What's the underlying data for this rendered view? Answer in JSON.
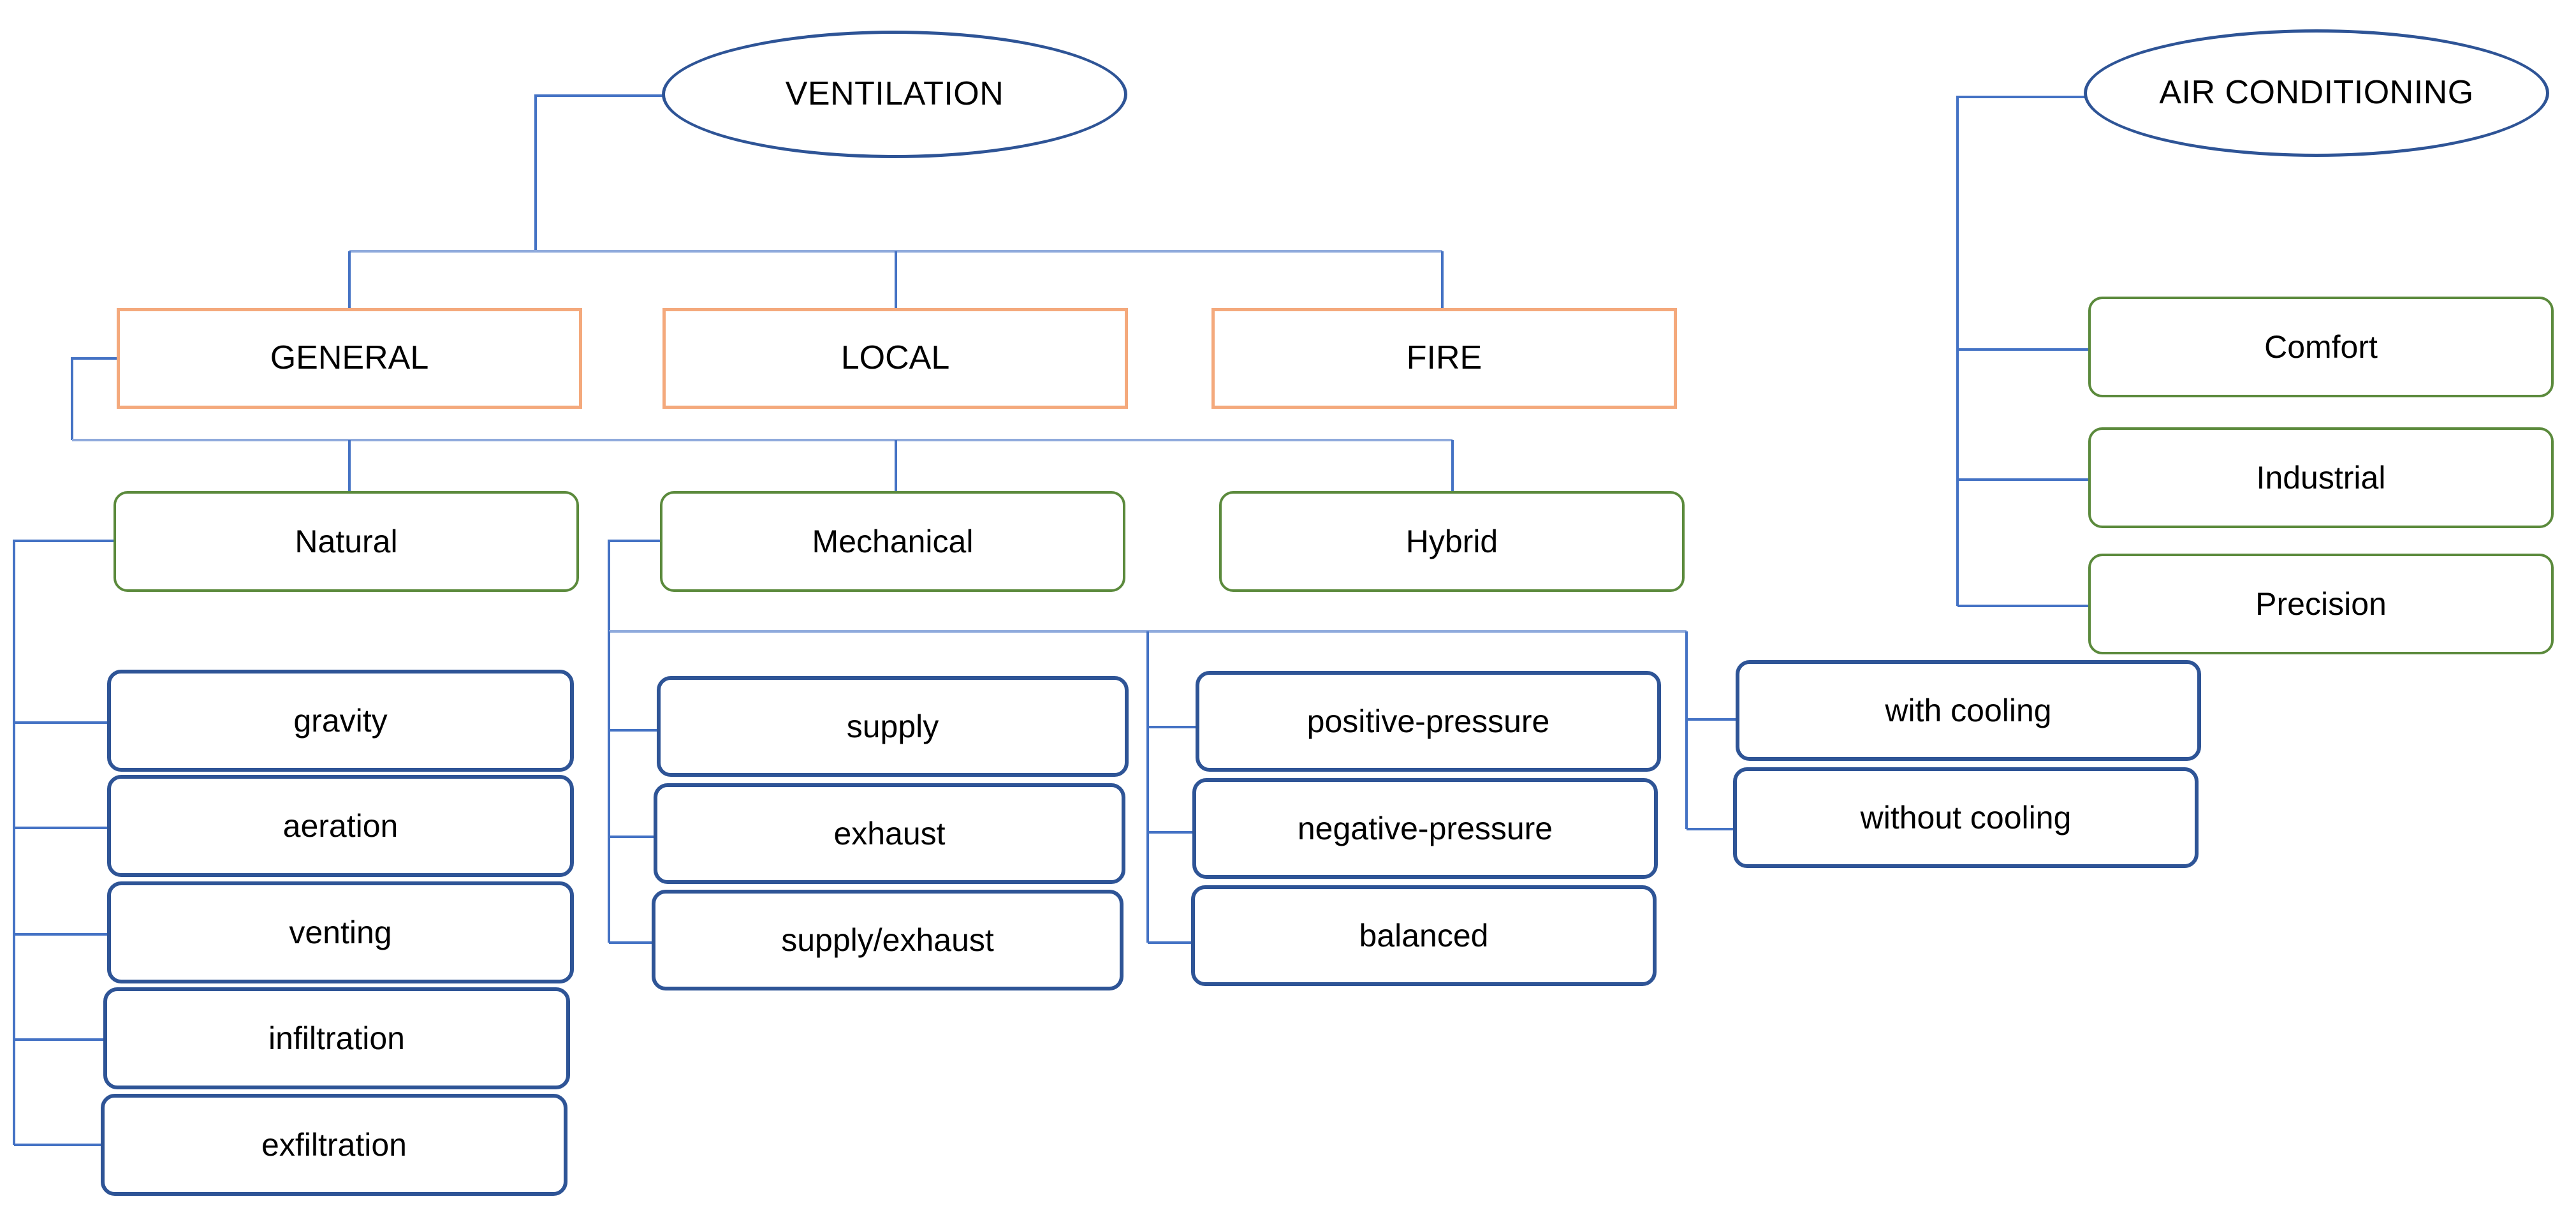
{
  "diagram": {
    "title": "Ventilation and Air Conditioning classification tree",
    "colors": {
      "root_border": "#2E5496",
      "level1_border": "#F4A97C",
      "level2_border": "#5B8A3C",
      "leaf_border": "#2E5496",
      "connector_dark": "#4472C4",
      "connector_light": "#8FAADC",
      "background": "#FFFFFF",
      "text": "#000000"
    },
    "roots": [
      {
        "id": "ventilation",
        "label": "VENTILATION",
        "shape": "ellipse"
      },
      {
        "id": "air_conditioning",
        "label": "AIR CONDITIONING",
        "shape": "ellipse"
      }
    ],
    "ventilation_types": [
      {
        "id": "general",
        "label": "GENERAL"
      },
      {
        "id": "local",
        "label": "LOCAL"
      },
      {
        "id": "fire",
        "label": "FIRE"
      }
    ],
    "general_methods": [
      {
        "id": "natural",
        "label": "Natural"
      },
      {
        "id": "mechanical",
        "label": "Mechanical"
      },
      {
        "id": "hybrid",
        "label": "Hybrid"
      }
    ],
    "natural_leaves": [
      {
        "id": "gravity",
        "label": "gravity"
      },
      {
        "id": "aeration",
        "label": "aeration"
      },
      {
        "id": "venting",
        "label": "venting"
      },
      {
        "id": "infiltration",
        "label": "infiltration"
      },
      {
        "id": "exfiltration",
        "label": "exfiltration"
      }
    ],
    "mechanical_leaves": [
      {
        "id": "supply",
        "label": "supply"
      },
      {
        "id": "exhaust",
        "label": "exhaust"
      },
      {
        "id": "supply_exhaust",
        "label": "supply/exhaust"
      }
    ],
    "pressure_leaves": [
      {
        "id": "positive_pressure",
        "label": "positive-pressure"
      },
      {
        "id": "negative_pressure",
        "label": "negative-pressure"
      },
      {
        "id": "balanced",
        "label": "balanced"
      }
    ],
    "cooling_leaves": [
      {
        "id": "with_cooling",
        "label": "with cooling"
      },
      {
        "id": "without_cooling",
        "label": "without cooling"
      }
    ],
    "air_conditioning_types": [
      {
        "id": "comfort",
        "label": "Comfort"
      },
      {
        "id": "industrial",
        "label": "Industrial"
      },
      {
        "id": "precision",
        "label": "Precision"
      }
    ]
  }
}
